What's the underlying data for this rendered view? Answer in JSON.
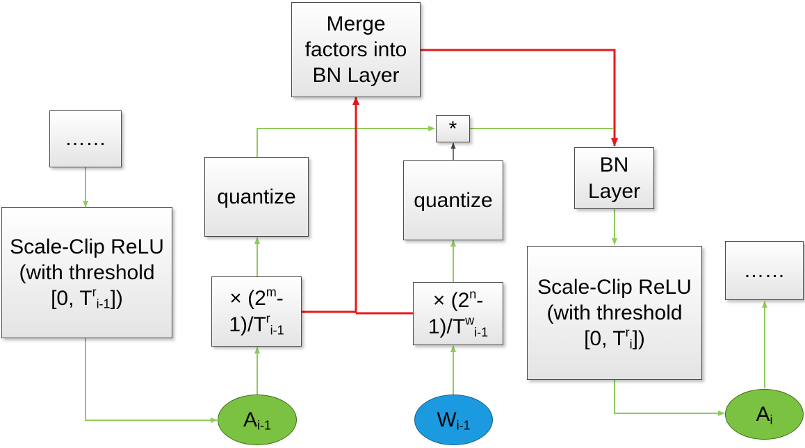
{
  "nodes": {
    "merge": [
      "Merge",
      "factors into",
      "BN Layer"
    ],
    "dots_left": "……",
    "dots_right": "……",
    "relu_left": {
      "line1": "Scale-Clip ReLU",
      "line2": "(with threshold",
      "open": "[0,  T",
      "sup": "r",
      "sub": "i-1",
      "close": "])"
    },
    "quantize_a": "quantize",
    "quantize_w": "quantize",
    "mult_op": "*",
    "bn": [
      "BN",
      "Layer"
    ],
    "scale_a": {
      "pre": "× (2",
      "sup": "m",
      "post": "-",
      "line2_pre": "1)/T",
      "line2_sup": "r",
      "line2_sub": "i-1"
    },
    "scale_w": {
      "pre": "× (2",
      "sup": "n",
      "post": "-",
      "line2_pre": "1)/T",
      "line2_sup": "w",
      "line2_sub": "i-1"
    },
    "relu_right": {
      "line1": "Scale-Clip ReLU",
      "line2": "(with threshold",
      "open": "[0,  T",
      "sup": "r",
      "sub": "i",
      "close": "])"
    },
    "a_prev": {
      "base": "A",
      "sub": "i-1"
    },
    "w_prev": {
      "base": "W",
      "sub": "i-1"
    },
    "a_cur": {
      "base": "A",
      "sub": "i"
    }
  },
  "colors": {
    "green_line": "#8fcc5a",
    "red_line": "#e81818",
    "dark_arrow": "#444444",
    "ellipse_green": "#7cc242",
    "ellipse_blue": "#1c9ae0"
  }
}
